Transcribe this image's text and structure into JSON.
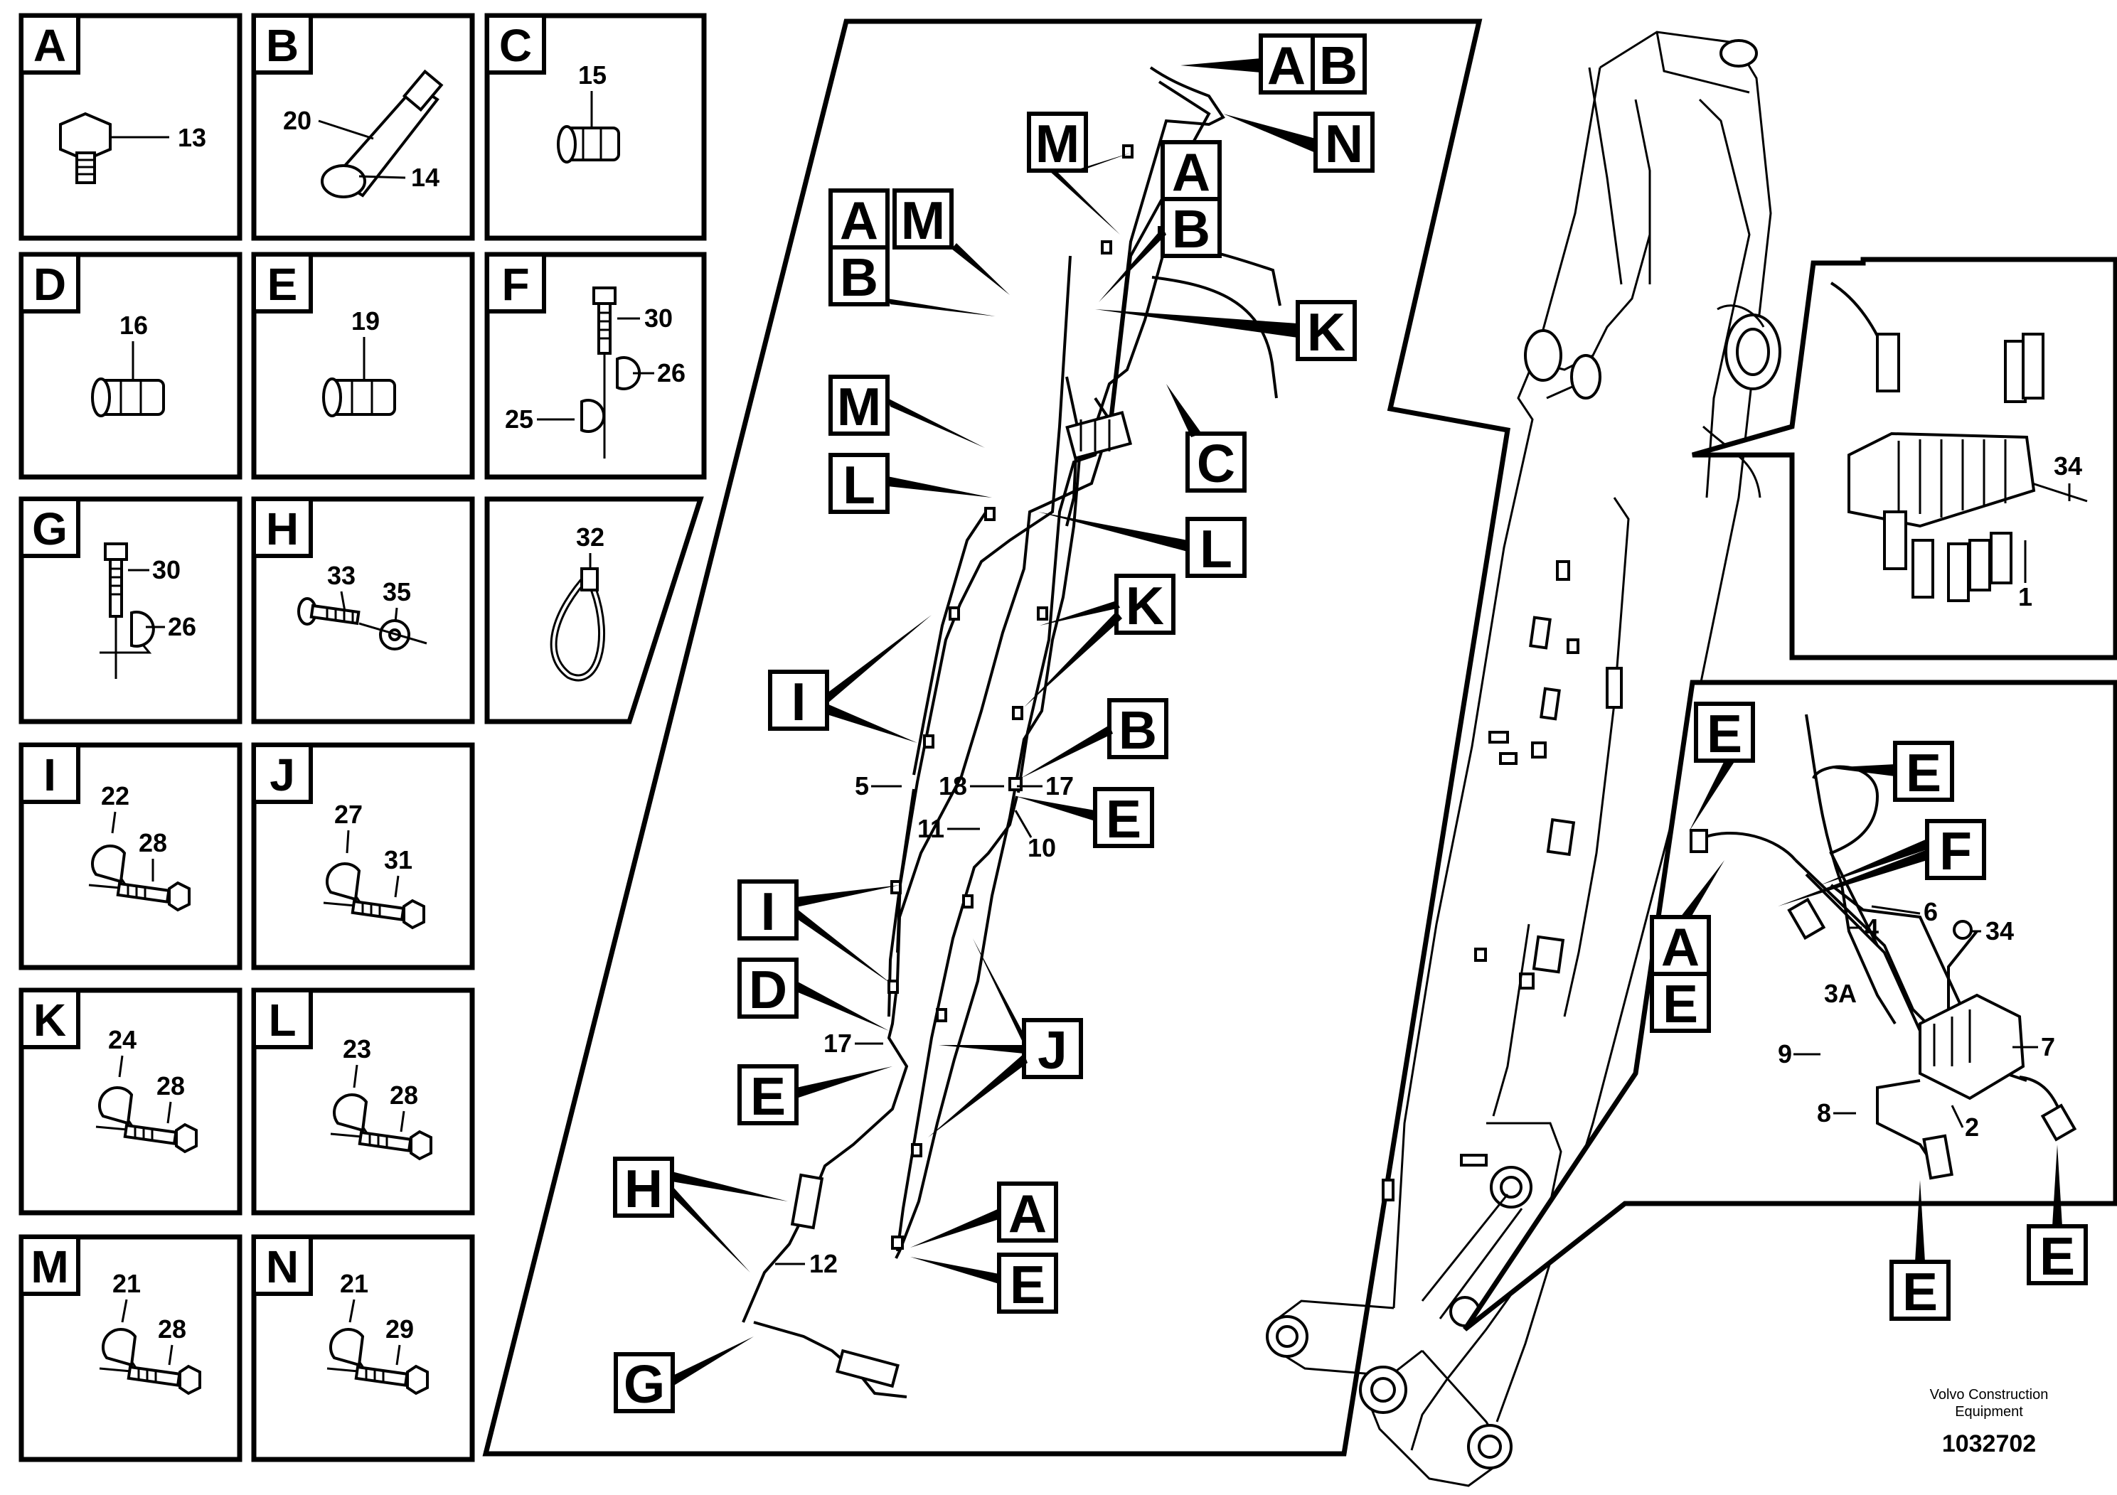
{
  "panels": [
    {
      "letter": "A",
      "labels": [
        "13"
      ]
    },
    {
      "letter": "B",
      "labels": [
        "20",
        "14"
      ]
    },
    {
      "letter": "C",
      "labels": [
        "15"
      ]
    },
    {
      "letter": "D",
      "labels": [
        "16"
      ]
    },
    {
      "letter": "E",
      "labels": [
        "19"
      ]
    },
    {
      "letter": "F",
      "labels": [
        "30",
        "26",
        "25"
      ]
    },
    {
      "letter": "G",
      "labels": [
        "30",
        "26"
      ]
    },
    {
      "letter": "H",
      "labels": [
        "33",
        "35"
      ]
    },
    {
      "letter": "",
      "labels": [
        "32"
      ]
    },
    {
      "letter": "I",
      "labels": [
        "22",
        "28"
      ]
    },
    {
      "letter": "J",
      "labels": [
        "27",
        "31"
      ]
    },
    {
      "letter": "K",
      "labels": [
        "24",
        "28"
      ]
    },
    {
      "letter": "L",
      "labels": [
        "23",
        "28"
      ]
    },
    {
      "letter": "M",
      "labels": [
        "21",
        "28"
      ]
    },
    {
      "letter": "N",
      "labels": [
        "21",
        "29"
      ]
    }
  ],
  "center_tags": [
    "A",
    "B",
    "N",
    "M",
    "A",
    "B",
    "A",
    "M",
    "B",
    "K",
    "C",
    "M",
    "L",
    "L",
    "K",
    "I",
    "B",
    "E",
    "I",
    "D",
    "E",
    "J",
    "H",
    "A",
    "E",
    "G"
  ],
  "center_numbers": [
    "5",
    "18",
    "17",
    "11",
    "10",
    "17",
    "12"
  ],
  "valve_detail": {
    "labels": [
      "34",
      "1"
    ]
  },
  "hose_detail": {
    "tags": [
      "E",
      "E",
      "F",
      "A",
      "E",
      "E",
      "E"
    ],
    "labels": [
      "6",
      "4",
      "34",
      "3A",
      "9",
      "7",
      "8",
      "2"
    ]
  },
  "footer": {
    "credit_line1": "Volvo Construction",
    "credit_line2": "Equipment",
    "doc_number": "1032702"
  }
}
